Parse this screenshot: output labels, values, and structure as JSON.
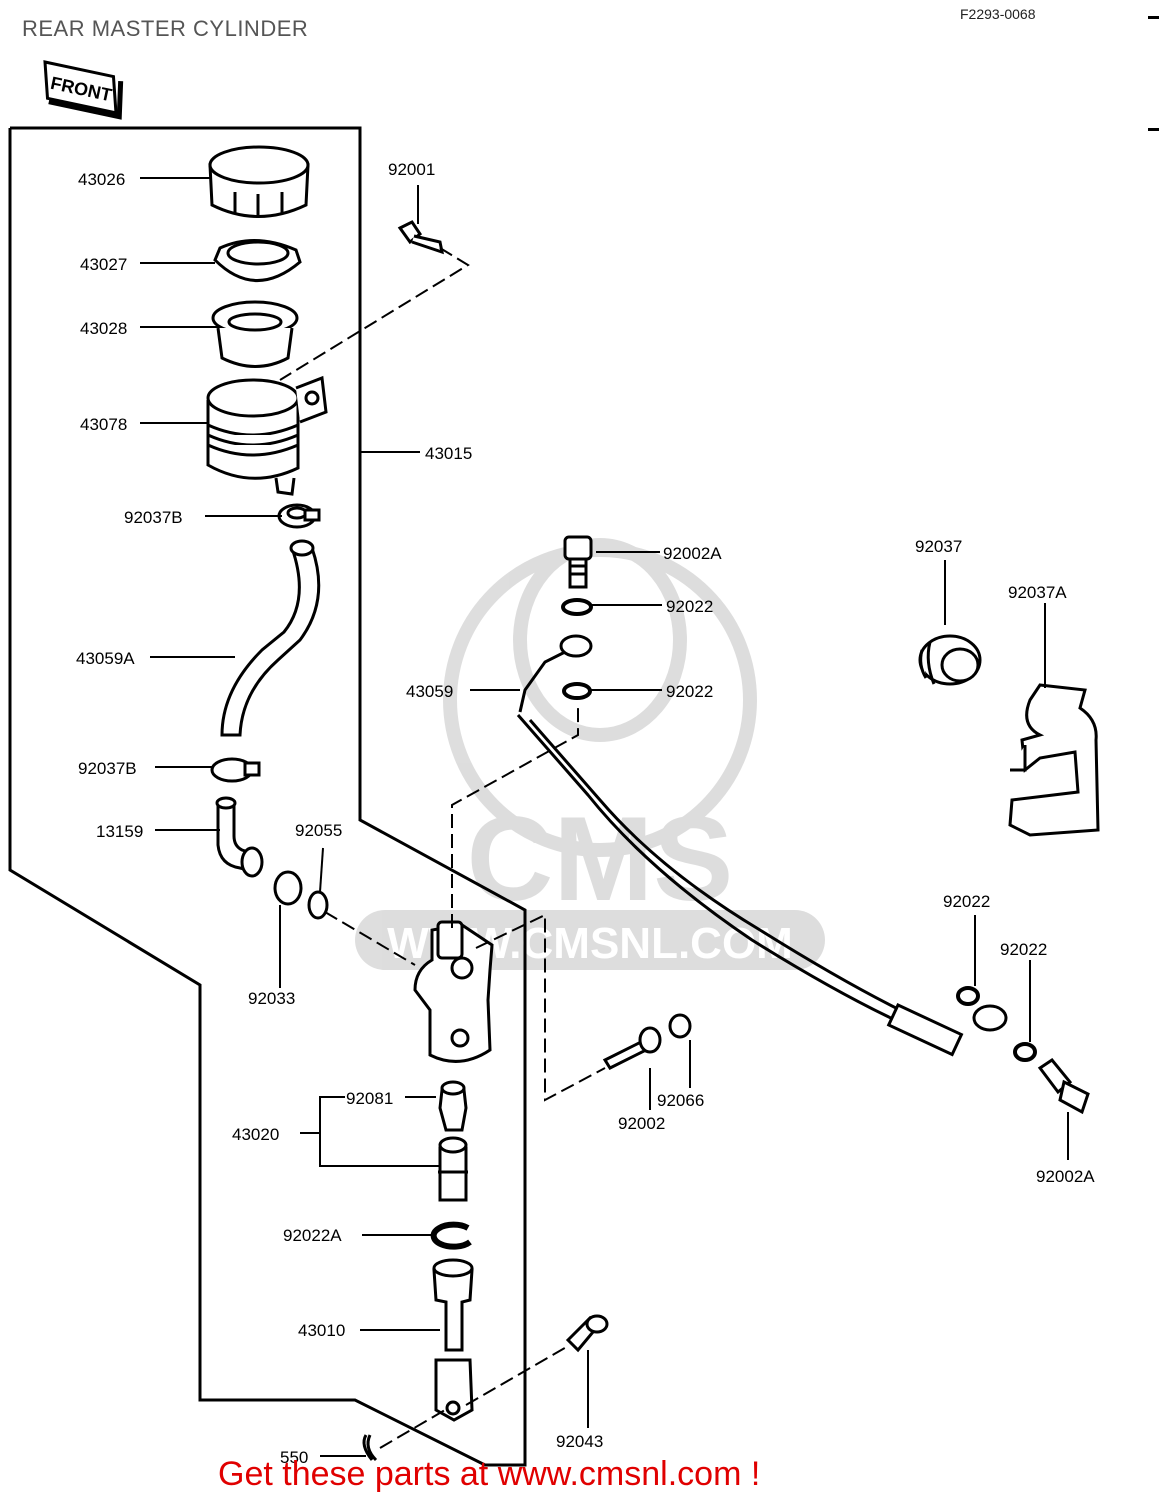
{
  "title": "REAR MASTER CYLINDER",
  "diagram_code": "F2293-0068",
  "front_label": "FRONT",
  "watermark": {
    "brand": "CMS",
    "url": "WWW.CMSNL.COM"
  },
  "footer": "Get these parts at www.cmsnl.com !",
  "accent_color": "#e00000",
  "parts": [
    {
      "id": "p43026",
      "number": "43026"
    },
    {
      "id": "p43027",
      "number": "43027"
    },
    {
      "id": "p43028",
      "number": "43028"
    },
    {
      "id": "p43078",
      "number": "43078"
    },
    {
      "id": "p43015",
      "number": "43015"
    },
    {
      "id": "p92037B_1",
      "number": "92037B"
    },
    {
      "id": "p43059A",
      "number": "43059A"
    },
    {
      "id": "p92037B_2",
      "number": "92037B"
    },
    {
      "id": "p13159",
      "number": "13159"
    },
    {
      "id": "p92055",
      "number": "92055"
    },
    {
      "id": "p92033",
      "number": "92033"
    },
    {
      "id": "p92081",
      "number": "92081"
    },
    {
      "id": "p43020",
      "number": "43020"
    },
    {
      "id": "p92022A",
      "number": "92022A"
    },
    {
      "id": "p43010",
      "number": "43010"
    },
    {
      "id": "p550",
      "number": "550"
    },
    {
      "id": "p92043",
      "number": "92043"
    },
    {
      "id": "p92001",
      "number": "92001"
    },
    {
      "id": "p92002A_1",
      "number": "92002A"
    },
    {
      "id": "p92022_1",
      "number": "92022"
    },
    {
      "id": "p43059",
      "number": "43059"
    },
    {
      "id": "p92022_2",
      "number": "92022"
    },
    {
      "id": "p92002",
      "number": "92002"
    },
    {
      "id": "p92066",
      "number": "92066"
    },
    {
      "id": "p92037",
      "number": "92037"
    },
    {
      "id": "p92037A",
      "number": "92037A"
    },
    {
      "id": "p92022_3",
      "number": "92022"
    },
    {
      "id": "p92022_4",
      "number": "92022"
    },
    {
      "id": "p92002A_2",
      "number": "92002A"
    }
  ]
}
